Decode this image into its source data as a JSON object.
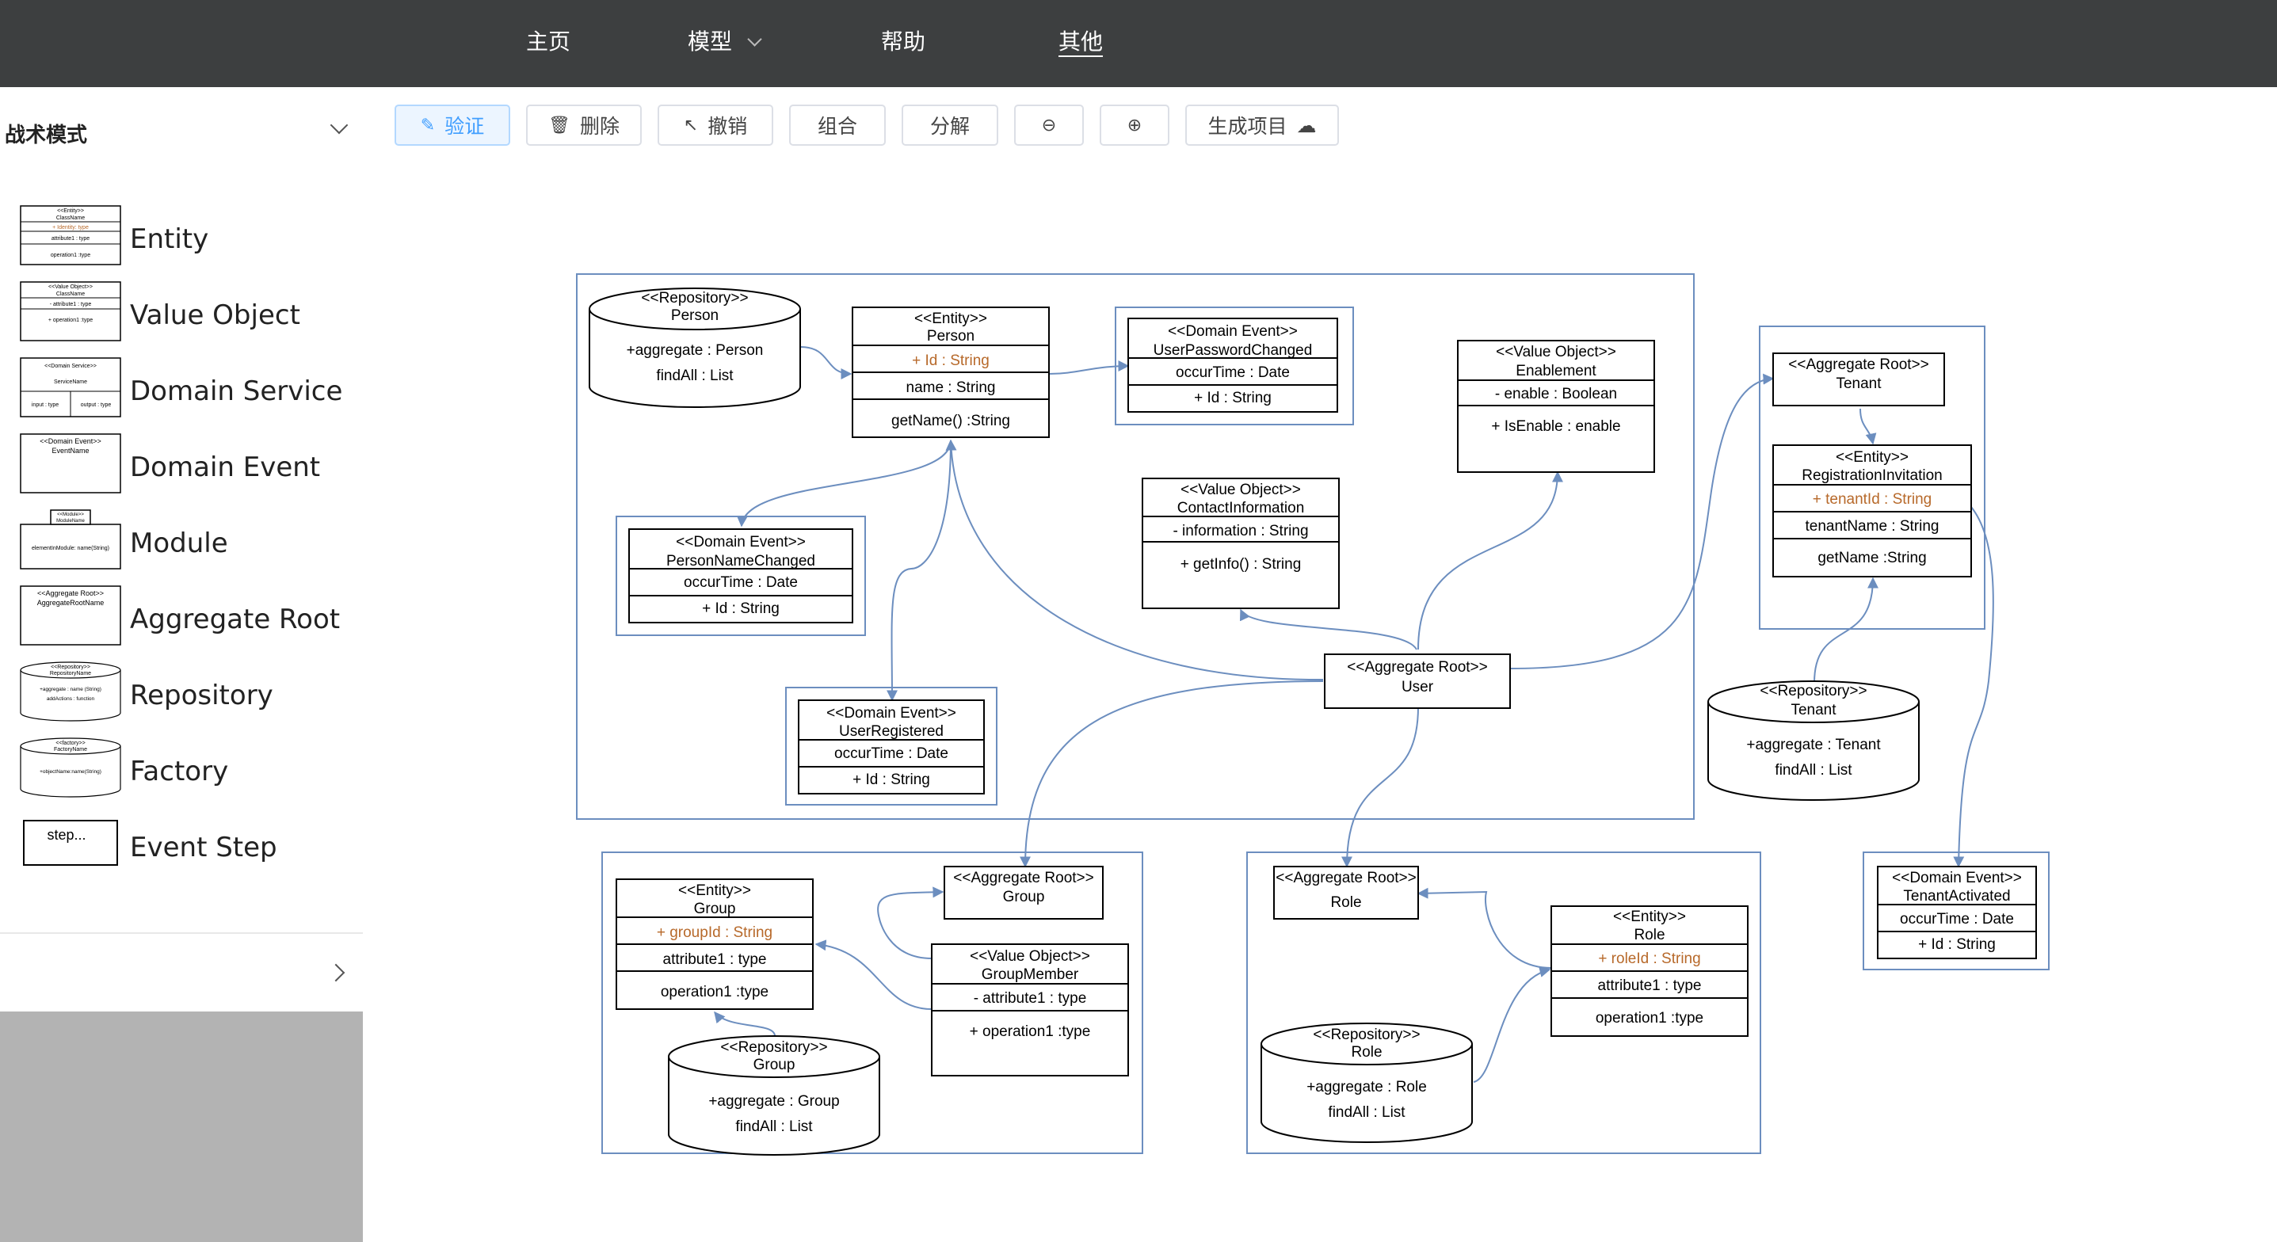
{
  "nav": {
    "home": "主页",
    "model": "模型",
    "help": "帮助",
    "other": "其他"
  },
  "sidebar": {
    "title": "战术模式",
    "items": [
      {
        "label": "Entity",
        "thumb": [
          "<<Entity>>",
          "ClassName",
          "+ Identity: type",
          "attribute1 : type",
          "operation1 :type"
        ]
      },
      {
        "label": "Value Object",
        "thumb": [
          "<<Value Object>>",
          "ClassName",
          "- attribute1 : type",
          "+ operation1 :type"
        ]
      },
      {
        "label": "Domain Service",
        "thumb": [
          "<<Domain Service>>",
          "ServiceName",
          "input : type",
          "output : type"
        ]
      },
      {
        "label": "Domain Event",
        "thumb": [
          "<<Domain Event>>",
          "EventName"
        ]
      },
      {
        "label": "Module",
        "thumb": [
          "<<Module>>",
          "ModuleName",
          "elementInModule: name(String)"
        ]
      },
      {
        "label": "Aggregate Root",
        "thumb": [
          "<<Aggregate Root>>",
          "AggregateRootName"
        ]
      },
      {
        "label": "Repository",
        "thumb": [
          "<<Repository>>",
          "RepositoryName",
          "+aggregate : name  (String)",
          "addActions : function"
        ]
      },
      {
        "label": "Factory",
        "thumb": [
          "<<factory>>",
          "FactoryName",
          "+objectName:name(String)"
        ]
      },
      {
        "label": "Event Step",
        "thumb": [
          "step..."
        ]
      }
    ]
  },
  "toolbar": {
    "validate": "验证",
    "delete": "删除",
    "undo": "撤销",
    "group": "组合",
    "ungroup": "分解",
    "generate": "生成项目"
  },
  "colors": {
    "topbar": "#3d3f40",
    "accent": "#409eff",
    "connector": "#6c8ebf",
    "identity_text": "#b7692a"
  },
  "diagram": {
    "person_repo": {
      "stereo": "<<Repository>>",
      "name": "Person",
      "l1": "+aggregate : Person",
      "l2": "findAll : List"
    },
    "person_entity": {
      "stereo": "<<Entity>>",
      "name": "Person",
      "id": "+ Id : String",
      "attr": "name : String",
      "op": "getName() :String"
    },
    "upc_event": {
      "stereo": "<<Domain Event>>",
      "name": "UserPasswordChanged",
      "attr": "occurTime : Date",
      "id": "+ Id : String"
    },
    "enablement": {
      "stereo": "<<Value Object>>",
      "name": "Enablement",
      "attr": "- enable : Boolean",
      "op": "+ IsEnable : enable"
    },
    "pnc_event": {
      "stereo": "<<Domain Event>>",
      "name": "PersonNameChanged",
      "attr": "occurTime : Date",
      "id": "+ Id : String"
    },
    "contact": {
      "stereo": "<<Value Object>>",
      "name": "ContactInformation",
      "attr": "- information : String",
      "op": "+ getInfo() : String"
    },
    "ur_event": {
      "stereo": "<<Domain Event>>",
      "name": "UserRegistered",
      "attr": "occurTime : Date",
      "id": "+ Id : String"
    },
    "user_root": {
      "stereo": "<<Aggregate Root>>",
      "name": "User"
    },
    "tenant_root": {
      "stereo": "<<Aggregate Root>>",
      "name": "Tenant"
    },
    "reg_inv": {
      "stereo": "<<Entity>>",
      "name": "RegistrationInvitation",
      "id": "+ tenantId : String",
      "attr": "tenantName : String",
      "op": "getName :String"
    },
    "tenant_repo": {
      "stereo": "<<Repository>>",
      "name": "Tenant",
      "l1": "+aggregate : Tenant",
      "l2": "findAll : List"
    },
    "ta_event": {
      "stereo": "<<Domain Event>>",
      "name": "TenantActivated",
      "attr": "occurTime : Date",
      "id": "+ Id : String"
    },
    "group_entity": {
      "stereo": "<<Entity>>",
      "name": "Group",
      "id": "+ groupId : String",
      "attr": "attribute1 : type",
      "op": "operation1 :type"
    },
    "group_root": {
      "stereo": "<<Aggregate Root>>",
      "name": "Group"
    },
    "group_member": {
      "stereo": "<<Value Object>>",
      "name": "GroupMember",
      "attr": "- attribute1 : type",
      "op": "+ operation1 :type"
    },
    "group_repo": {
      "stereo": "<<Repository>>",
      "name": "Group",
      "l1": "+aggregate : Group",
      "l2": "findAll : List"
    },
    "role_root": {
      "stereo": "<<Aggregate Root>>",
      "name": "Role"
    },
    "role_entity": {
      "stereo": "<<Entity>>",
      "name": "Role",
      "id": "+ roleId : String",
      "attr": "attribute1 : type",
      "op": "operation1 :type"
    },
    "role_repo": {
      "stereo": "<<Repository>>",
      "name": "Role",
      "l1": "+aggregate : Role",
      "l2": "findAll : List"
    }
  }
}
